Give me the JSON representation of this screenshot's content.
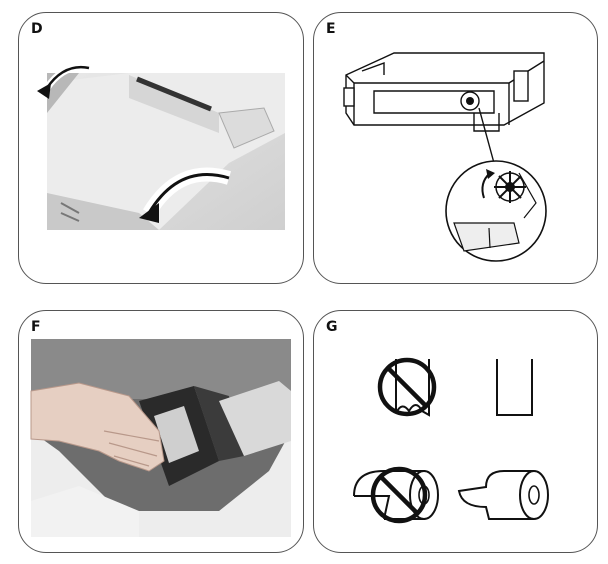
{
  "panels": [
    {
      "id": "D",
      "label": "D"
    },
    {
      "id": "E",
      "label": "E"
    },
    {
      "id": "F",
      "label": "F"
    },
    {
      "id": "G",
      "label": "G"
    }
  ]
}
